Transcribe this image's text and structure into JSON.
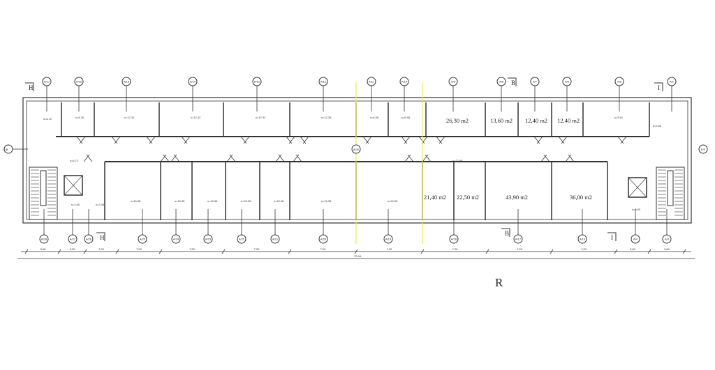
{
  "drawing": {
    "letter": "R",
    "total_dimension": "72,44",
    "section_marks": [
      "H",
      "B",
      "I",
      "H",
      "B",
      "I"
    ],
    "top_axes": [
      "A/17",
      "A/16",
      "A/15",
      "A/14",
      "A/13",
      "A/12",
      "A/11",
      "A/10",
      "A/9",
      "A/8",
      "A/7",
      "A/6",
      "A/5",
      "A/1"
    ],
    "bottom_axes": [
      "A/28",
      "A/27",
      "A/26",
      "A/25",
      "A/24",
      "A/23",
      "A/22",
      "A/21",
      "A/20",
      "A/19",
      "A/18",
      "A/17",
      "A/16",
      "A/4",
      "A/3"
    ],
    "left_axis": "E/B",
    "right_axis": "E/F",
    "corridor_axis": "A/30",
    "dimension_labels": [
      "3,60",
      "3,00",
      "7,20",
      "7,20",
      "7,20",
      "7,20",
      "7,20",
      "7,20",
      "7,20",
      "7,20",
      "7,20",
      "3,60",
      "3,60"
    ],
    "top_room_areas": [
      "26,30 m2",
      "13,60 m2",
      "12,40 m2",
      "12,40 m2"
    ],
    "bottom_room_areas": [
      "21,40 m2",
      "22,50 m2",
      "43,90 m2",
      "36,00 m2"
    ],
    "small_labels": [
      "s=6.72",
      "s=8.30",
      "s=12.32",
      "s=12.32",
      "s=12.32",
      "s=12.35",
      "s=6.58",
      "s=6.58",
      "s=5.61",
      "s=2.60",
      "s=6.72",
      "s=15.38",
      "s=15.38",
      "s=15.38",
      "s=15.38",
      "s=15.38",
      "s=15.38",
      "s=22.95",
      "s=22.95",
      "s=3.45",
      "s=2.60",
      "s=8.80"
    ],
    "guide_color": "#e6ea5a"
  }
}
